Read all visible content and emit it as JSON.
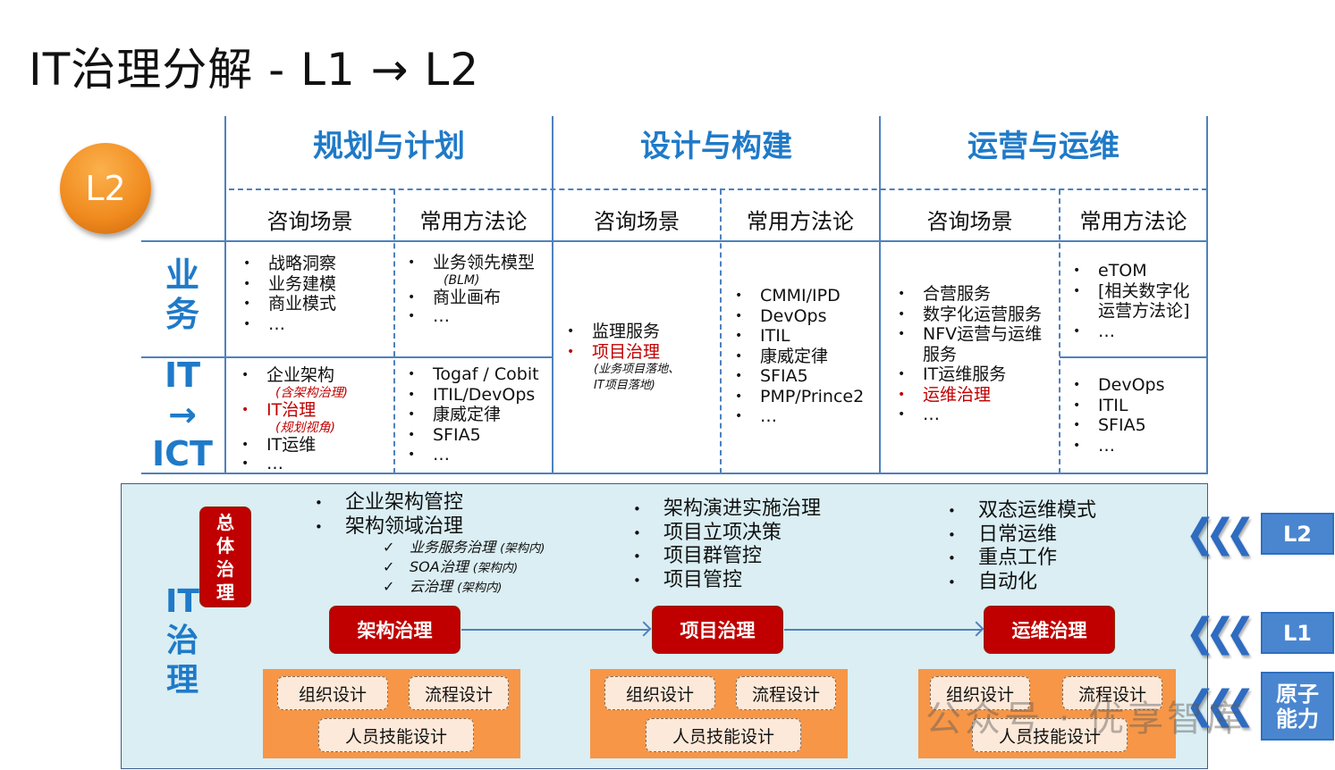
{
  "title": "IT治理分解 - L1 → L2",
  "level_badge": "L2",
  "columns": [
    {
      "title": "规划与计划",
      "sub": [
        "咨询场景",
        "常用方法论"
      ]
    },
    {
      "title": "设计与构建",
      "sub": [
        "咨询场景",
        "常用方法论"
      ]
    },
    {
      "title": "运营与运维",
      "sub": [
        "咨询场景",
        "常用方法论"
      ]
    }
  ],
  "rows": {
    "business": "业务",
    "it_line1": "IT",
    "it_arrow": "→",
    "it_line2": "ICT"
  },
  "cells": {
    "plan_scene_biz": [
      "战略洞察",
      "业务建模",
      "商业模式",
      "…"
    ],
    "plan_method_biz": {
      "item1": "业务领先模型",
      "item1_note": "(BLM)",
      "item2": "商业画布",
      "item3": "…"
    },
    "plan_scene_it": {
      "item1": "企业架构",
      "item1_note": "(含架构治理)",
      "item2": "IT治理",
      "item2_note": "(规划视角)",
      "item3": "IT运维",
      "item4": "…"
    },
    "plan_method_it": [
      "Togaf / Cobit",
      "ITIL/DevOps",
      "康威定律",
      "SFIA5",
      "…"
    ],
    "design_scene": {
      "item1": "监理服务",
      "item2": "项目治理",
      "note": "(业务项目落地、IT项目落地)"
    },
    "design_method": [
      "CMMI/IPD",
      "DevOps",
      "ITIL",
      "康威定律",
      "SFIA5",
      "PMP/Prince2",
      "…"
    ],
    "ops_scene": {
      "items": [
        "合营服务",
        "数字化运营服务",
        "NFV运营与运维服务",
        "IT运维服务"
      ],
      "red": "运维治理",
      "more": "…"
    },
    "ops_method_biz": [
      "eTOM",
      "[相关数字化运营方法论]",
      "…"
    ],
    "ops_method_it": [
      "DevOps",
      "ITIL",
      "SFIA5",
      "…"
    ]
  },
  "governance": {
    "side_label": "IT治理",
    "overall": "总体治理",
    "arch_items": [
      "企业架构管控",
      "架构领域治理"
    ],
    "arch_checks": [
      {
        "t": "业务服务治理",
        "n": "(架构内)"
      },
      {
        "t": "SOA治理",
        "n": "(架构内)"
      },
      {
        "t": "云治理",
        "n": "(架构内)"
      }
    ],
    "project_items": [
      "架构演进实施治理",
      "项目立项决策",
      "项目群管控",
      "项目管控"
    ],
    "ops_items": [
      "双态运维模式",
      "日常运维",
      "重点工作",
      "自动化"
    ],
    "l1_boxes": [
      "架构治理",
      "项目治理",
      "运维治理"
    ],
    "atoms": {
      "org": "组织设计",
      "process": "流程设计",
      "skills": "人员技能设计"
    }
  },
  "levels": {
    "l2": "L2",
    "l1": "L1",
    "atomic": "原子能力"
  },
  "chevron": "❮❮❮",
  "watermark": "公众号 · 优享智库",
  "colors": {
    "accent_blue": "#1f7ac8",
    "line_blue": "#4f81bd",
    "red": "#c00000",
    "orange": "#f79646",
    "panel": "#daeef3"
  }
}
